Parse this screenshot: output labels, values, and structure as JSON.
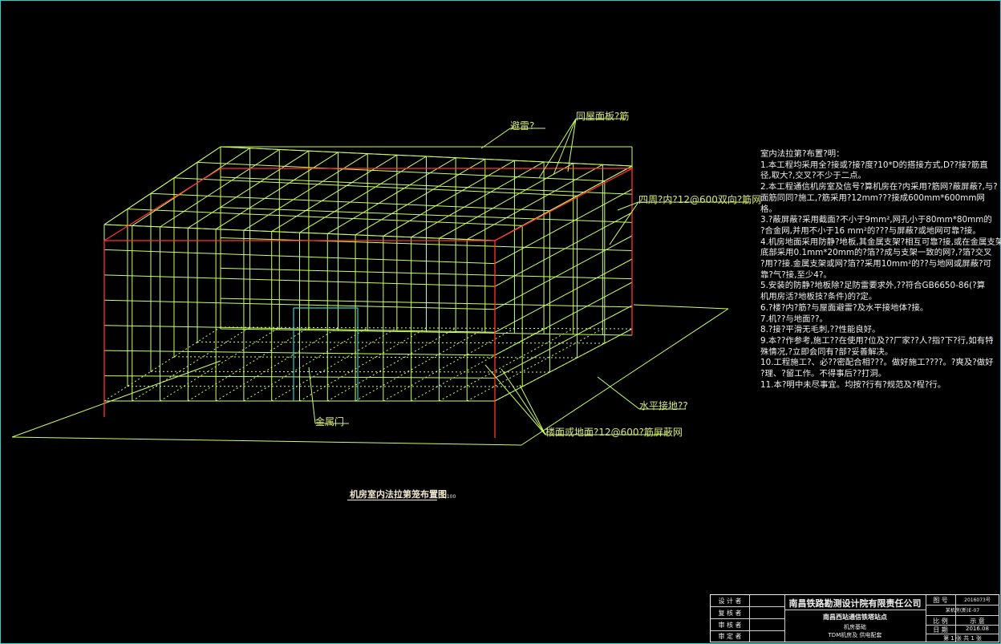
{
  "diagram": {
    "labels": {
      "lightning_arrester": "避雷?",
      "roof_rebar": "同屋面板?筋",
      "wall_mesh": "四周?内?12@600双向?筋网",
      "metal_door": "金属门",
      "horizontal_ground": "水平接地??",
      "floor_mesh": "楼面或地面?12@600?筋屏蔽网"
    },
    "title": "机房室内法拉第笼布置图",
    "scale": "1:100",
    "colors": {
      "frame": "#33cccc",
      "cage_edge": "#ff3333",
      "mesh": "#ccff66",
      "door": "#33cccc"
    }
  },
  "notes": {
    "heading": "室内法拉第?布置?明：",
    "lines": [
      "1.本工程均采用全?接或?接?度?10*D的搭接方式,D??接?筋直",
      "径,取大?,交叉?不少于二点。",
      "2.本工程通信机房室及信号?算机房在?内采用?筋网?蔽屏蔽?,与?",
      "面筋同同?施工,?筋采用?12mm???接成600mm*600mm网",
      "格。",
      "3.?蔽屏蔽?采用截面?不小于9mm²,网孔小于80mm*80mm的",
      "?合金网,并用不小于16 mm²的???与屏蔽?或地网可靠?接。",
      "4.机房地面采用防静?地板,其金属支架?相互可靠?接,或在金属支架",
      "底部采用0.1mm*20mm的?箔??成与支架一致的网?,?箔?交叉",
      "?用??接.金属支架或网?箔??采用10mm²的??与地网或屏蔽?可",
      "靠?气?接,至少4?。",
      "5.安装的防静?地板除?足防雷要求外,??符合GB6650-86(?算",
      "机用房活?地板技?条件)的?定。",
      "6.?楼?内?筋?与屋面避雷?及水平接地体?接。",
      "7.机??与地面??。",
      "8.?接?平滑无毛刺,??性能良好。",
      "9.本??作参考,施工??在使用?位及??厂家??人?指?下?行,如有特",
      "殊情况,?立即会同有?部?妥善解决。",
      "10.工程施工?、必??密配合相???。做好施工????。?爽及?做好",
      "?理、?留工作。不得事后??打洞。",
      "11.本?明中未尽事宜。均按?行有?规范及?程?行。"
    ]
  },
  "title_block": {
    "roles": [
      "设 计 者",
      "复 核 者",
      "审 核 者",
      "审 定 者"
    ],
    "company": "南昌铁路勘测设计院有限责任公司",
    "project": "南昌西站通信铁塔站点",
    "subtitle1": "机房基础",
    "subtitle2": "TDM机房及 供电配套",
    "field_number_label": "图 号",
    "number_value1": "2016073号",
    "number_value2": "某机房(新)E-07",
    "field_ratio_label": "比 例",
    "ratio_value": "示 意",
    "field_date_label": "日 期",
    "date_value": "2016.08",
    "sheet_info": "第 1 张 共 1 张"
  }
}
